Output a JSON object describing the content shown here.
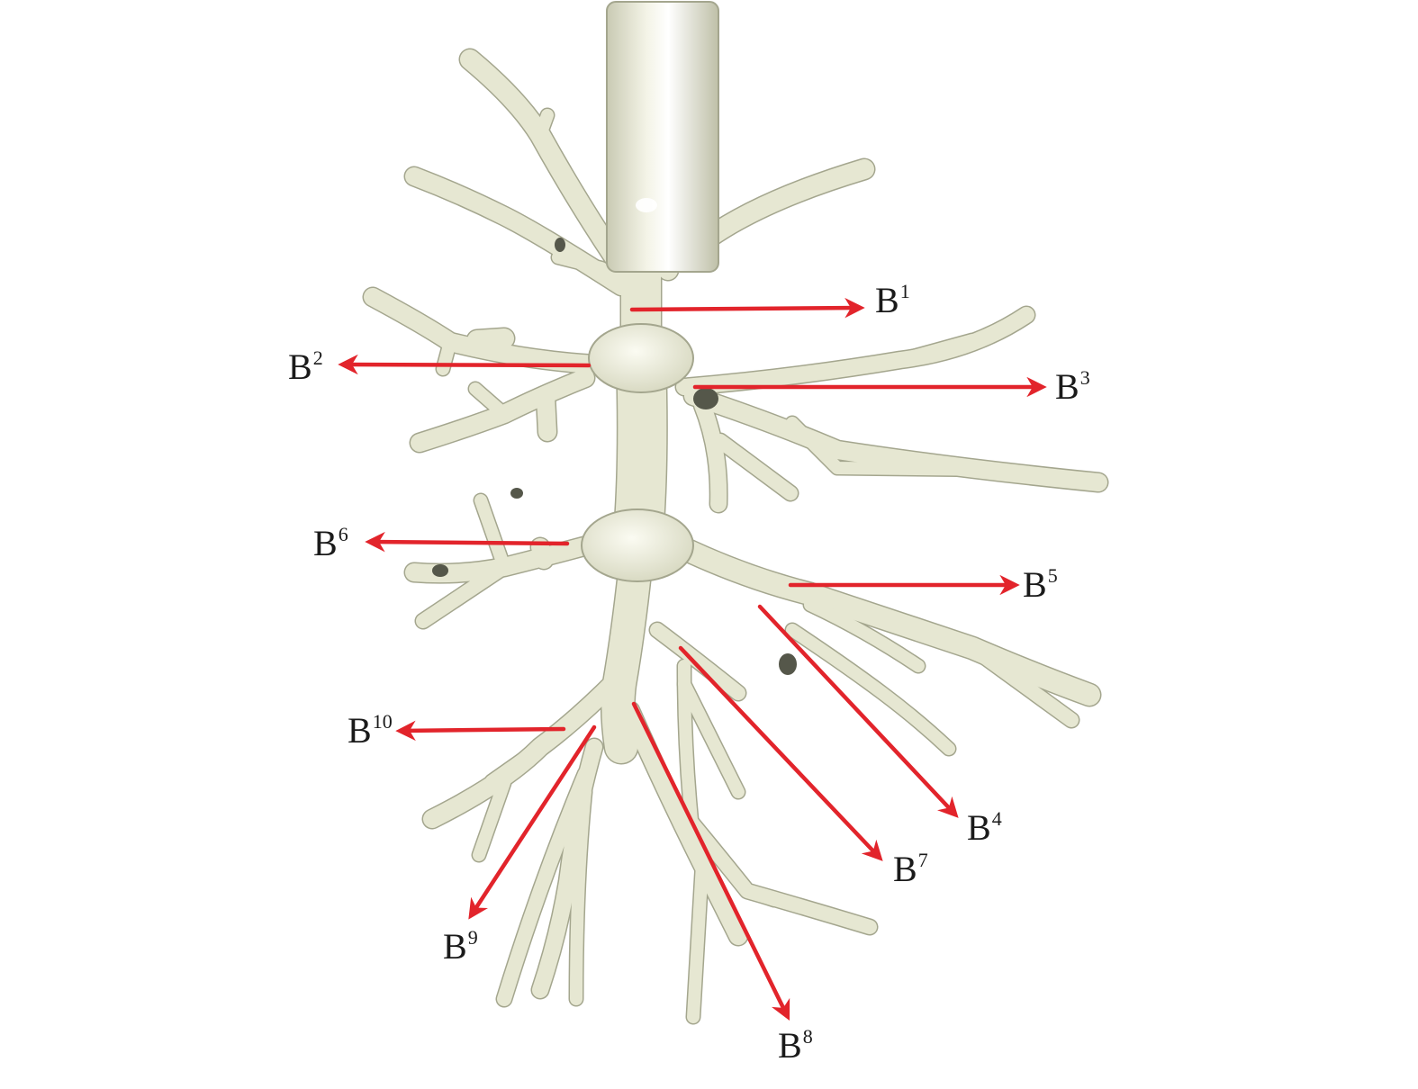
{
  "colors": {
    "airway_fill": "#e6e7d2",
    "airway_edge": "#a4a68e",
    "airway_shadow": "#7f806d",
    "arrow": "#e2242b",
    "label": "#1a1a1a"
  },
  "labels": [
    {
      "id": "b1",
      "base": "B",
      "sup": "1"
    },
    {
      "id": "b2",
      "base": "B",
      "sup": "2"
    },
    {
      "id": "b3",
      "base": "B",
      "sup": "3"
    },
    {
      "id": "b4",
      "base": "B",
      "sup": "4"
    },
    {
      "id": "b5",
      "base": "B",
      "sup": "5"
    },
    {
      "id": "b6",
      "base": "B",
      "sup": "6"
    },
    {
      "id": "b7",
      "base": "B",
      "sup": "7"
    },
    {
      "id": "b8",
      "base": "B",
      "sup": "8"
    },
    {
      "id": "b9",
      "base": "B",
      "sup": "9"
    },
    {
      "id": "b10",
      "base": "B",
      "sup": "10"
    }
  ]
}
